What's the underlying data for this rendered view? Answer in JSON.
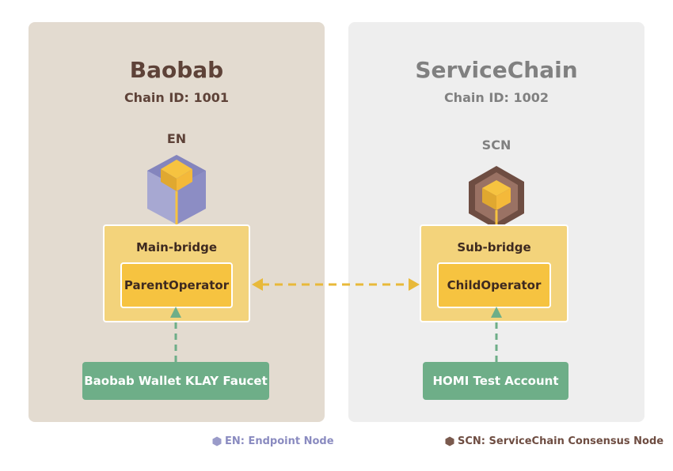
{
  "left_chain": {
    "name": "Baobab",
    "chain_id": "Chain ID: 1001",
    "node_label": "EN",
    "bridge_label": "Main-bridge",
    "operator_label": "ParentOperator",
    "account_label": "Baobab Wallet KLAY Faucet"
  },
  "right_chain": {
    "name": "ServiceChain",
    "chain_id": "Chain ID: 1002",
    "node_label": "SCN",
    "bridge_label": "Sub-bridge",
    "operator_label": "ChildOperator",
    "account_label": "HOMI Test Account"
  },
  "legend": {
    "en": "EN: Endpoint Node",
    "scn": "SCN: ServiceChain Consensus Node"
  },
  "colors": {
    "en_node": "#9a9bc9",
    "scn_node": "#7a5a4e",
    "bridge": "#f3d37b",
    "operator": "#f6c340",
    "account": "#6eae88",
    "connection": "#e8b93a"
  },
  "icons": {
    "en_node": "cube-icon",
    "scn_node": "hexagon-cube-icon"
  }
}
